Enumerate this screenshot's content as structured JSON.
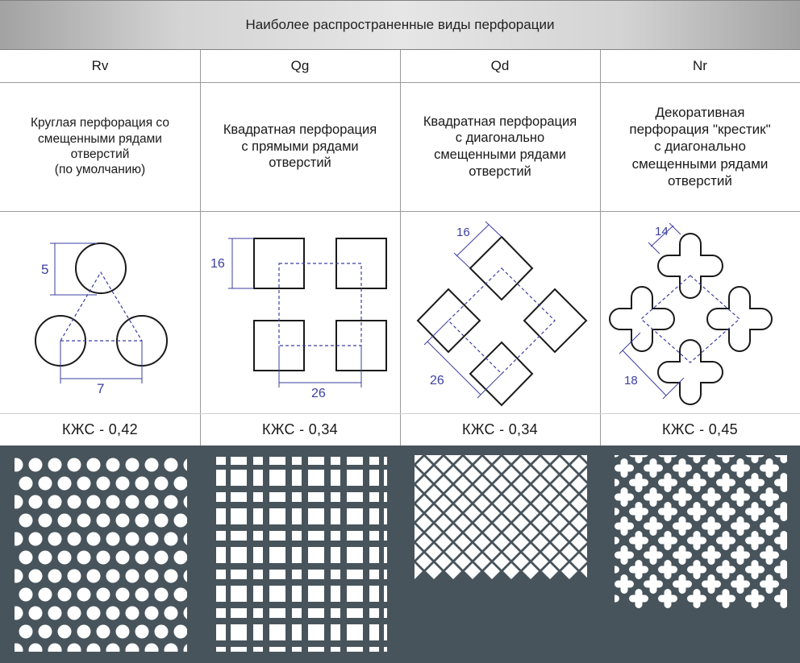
{
  "header": {
    "title": "Наиболее распространенные виды перфорации"
  },
  "colors": {
    "panel": "#48545c",
    "hole": "#ffffff",
    "line": "#1a1a1a",
    "dim": "#3b3fa0"
  },
  "columns": [
    {
      "code": "Rv",
      "description": "Круглая перфорация со\nсмещенными рядами\nотверстий\n(по умолчанию)",
      "dims": [
        "5",
        "7"
      ],
      "ratio": "КЖС - 0,42",
      "icon": "round-hole-icon"
    },
    {
      "code": "Qg",
      "description": "Квадратная перфорация\nс прямыми рядами\nотверстий",
      "dims": [
        "16",
        "26"
      ],
      "ratio": "КЖС - 0,34",
      "icon": "square-hole-icon"
    },
    {
      "code": "Qd",
      "description": "Квадратная перфорация\nс диагонально\nсмещенными рядами\nотверстий",
      "dims": [
        "16",
        "26"
      ],
      "ratio": "КЖС - 0,34",
      "icon": "diamond-hole-icon"
    },
    {
      "code": "Nr",
      "description": "Декоративная\nперфорация \"крестик\"\nс диагонально\nсмещенными рядами\nотверстий",
      "dims": [
        "14",
        "18"
      ],
      "ratio": "КЖС - 0,45",
      "icon": "cross-hole-icon"
    }
  ]
}
